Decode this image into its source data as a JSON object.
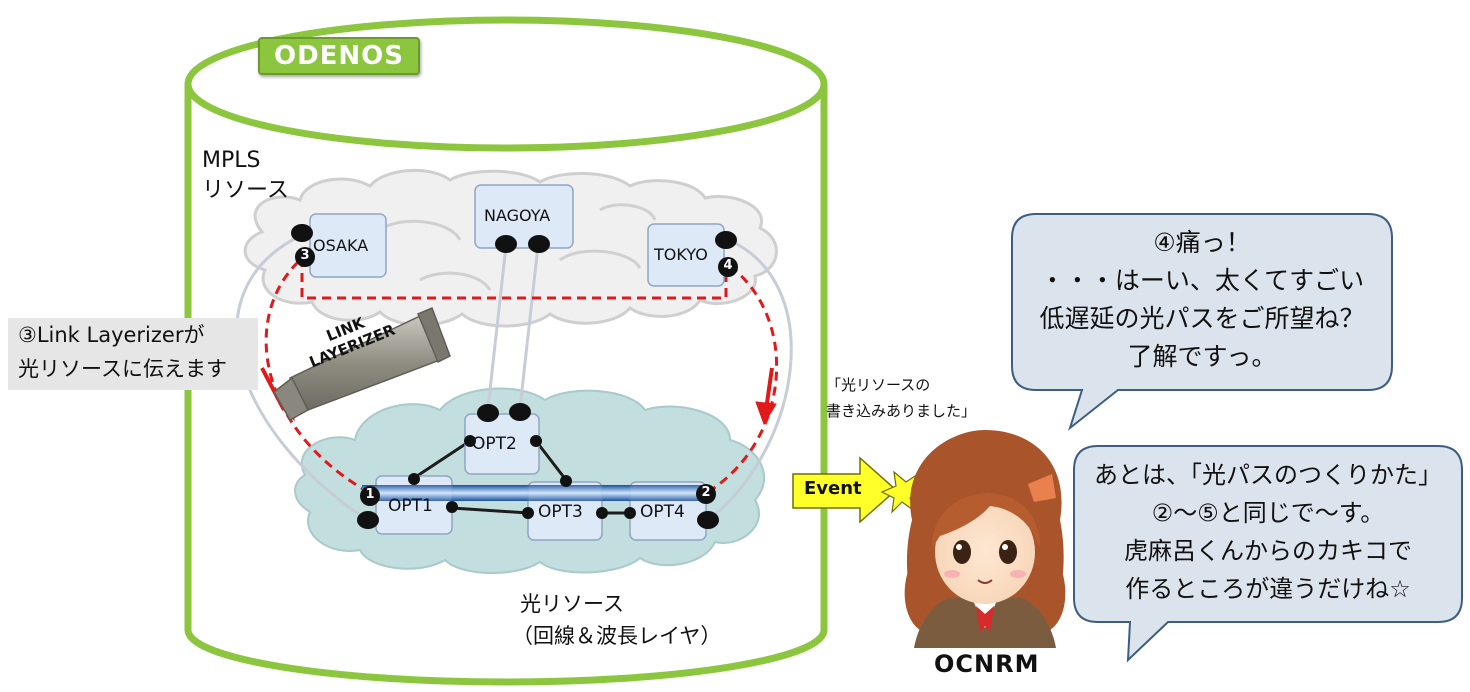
{
  "logo": "ODENOS",
  "mpls_label_line1": "MPLS",
  "mpls_label_line2": "リソース",
  "optical_label_line1": "光リソース",
  "optical_label_line2": "（回線＆波長レイヤ）",
  "mpls_nodes": [
    "OSAKA",
    "NAGOYA",
    "TOKYO"
  ],
  "opt_nodes": [
    "OPT1",
    "OPT2",
    "OPT3",
    "OPT4"
  ],
  "markers": {
    "m1": "1",
    "m2": "2",
    "m3": "3",
    "m4": "4"
  },
  "tube_label_line1": "LINK",
  "tube_label_line2": "LAYERIZER",
  "step_callout_line1": "③Link Layerizerが",
  "step_callout_line2": "光リソースに伝えます",
  "event_label": "Event",
  "notice_line1": "「光リソースの",
  "notice_line2": "書き込みありました」",
  "speech1": [
    "④痛っ！",
    "・・・はーい、太くてすごい",
    "低遅延の光パスをご所望ね？",
    "了解ですっ。"
  ],
  "speech2": [
    "あとは、「光パスのつくりかた」",
    "②～⑤と同じで～す。",
    "虎麻呂くんからのカキコで",
    "作るところが違うだけね☆"
  ],
  "character_name": "OCNRM",
  "colors": {
    "cylinder": "#8cc63f",
    "dashed_path": "#e0191b",
    "node_fill": "#dde9f7",
    "cloud_fill": "#c2dedf",
    "bubble_fill": "#dbe3ec",
    "bubble_stroke": "#3e5d83"
  }
}
